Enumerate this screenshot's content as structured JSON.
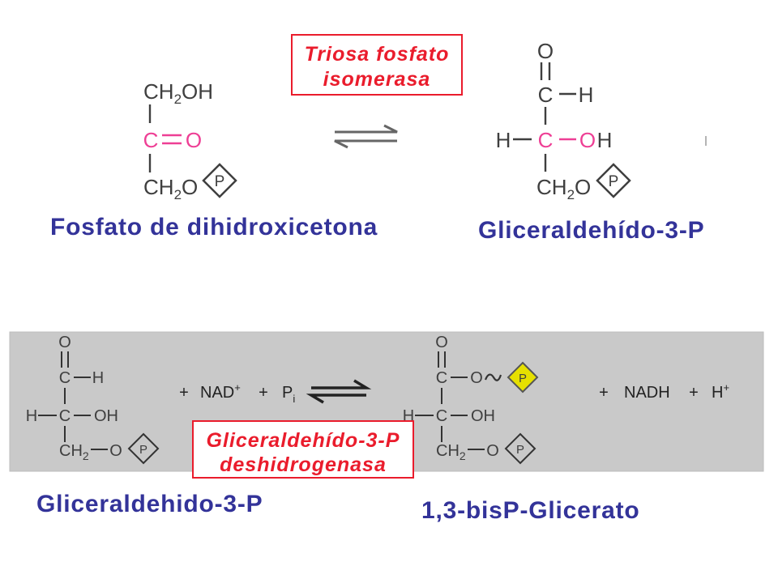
{
  "enzymes": {
    "isomerase": {
      "line1": "Triosa fosfato",
      "line2": "isomerasa"
    },
    "dehydrogenase": {
      "line1": "Gliceraldehído-3-P",
      "line2": "deshidrogenasa"
    }
  },
  "labels": {
    "dhap": "Fosfato de dihidroxicetona",
    "g3p_product": "Gliceraldehído-3-P",
    "g3p_substrate": "Gliceraldehido-3-P",
    "bpg": "1,3-bisP-Glicerato"
  },
  "atoms": {
    "C": "C",
    "O": "O",
    "H": "H",
    "OH": "OH",
    "CH": "CH",
    "sub2": "2",
    "P": "P"
  },
  "reaction2": {
    "plus": "+",
    "nad": "NAD",
    "nad_charge": "+",
    "pi": "P",
    "pi_sub": "i",
    "nadh": "NADH",
    "proton": "H",
    "proton_charge": "+"
  },
  "colors": {
    "label": "#333399",
    "enzyme": "#ea1c2c",
    "highlight": "#ee3f95",
    "structure": "#3f3f3f",
    "panel": "#c9c9c9",
    "phosphate_highlight": "#e6e000"
  }
}
